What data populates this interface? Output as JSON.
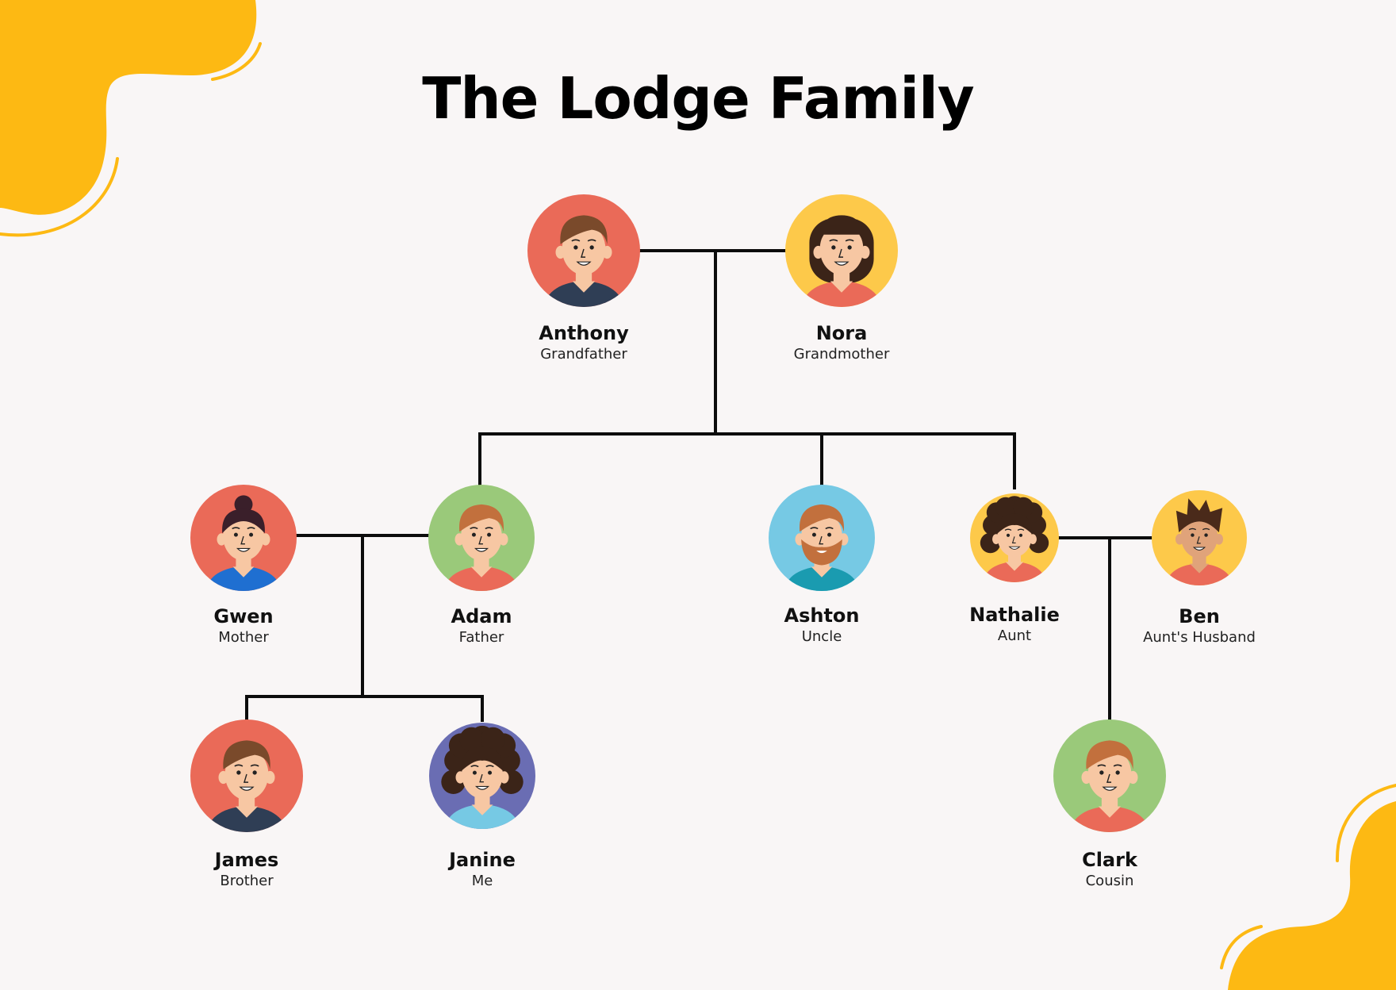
{
  "title": "The Lodge Family",
  "colors": {
    "accent_blob": "#fdb913",
    "line": "#0c0c0c",
    "red": "#ea6a58",
    "yellow": "#fdc94a",
    "green": "#9ac97a",
    "blue": "#76c9e4",
    "purple": "#6a6db3"
  },
  "members": [
    {
      "id": "anthony",
      "name": "Anthony",
      "role": "Grandfather",
      "avatar_bg": "#ea6a58",
      "icon": "man-avatar-icon"
    },
    {
      "id": "nora",
      "name": "Nora",
      "role": "Grandmother",
      "avatar_bg": "#fdc94a",
      "icon": "woman-avatar-icon"
    },
    {
      "id": "gwen",
      "name": "Gwen",
      "role": "Mother",
      "avatar_bg": "#ea6a58",
      "icon": "woman-avatar-icon"
    },
    {
      "id": "adam",
      "name": "Adam",
      "role": "Father",
      "avatar_bg": "#9ac97a",
      "icon": "man-avatar-icon"
    },
    {
      "id": "ashton",
      "name": "Ashton",
      "role": "Uncle",
      "avatar_bg": "#76c9e4",
      "icon": "bearded-man-avatar-icon"
    },
    {
      "id": "nathalie",
      "name": "Nathalie",
      "role": "Aunt",
      "avatar_bg": "#fdc94a",
      "icon": "woman-avatar-icon"
    },
    {
      "id": "ben",
      "name": "Ben",
      "role": "Aunt's Husband",
      "avatar_bg": "#fdc94a",
      "icon": "man-avatar-icon"
    },
    {
      "id": "james",
      "name": "James",
      "role": "Brother",
      "avatar_bg": "#ea6a58",
      "icon": "man-avatar-icon"
    },
    {
      "id": "janine",
      "name": "Janine",
      "role": "Me",
      "avatar_bg": "#6a6db3",
      "icon": "woman-avatar-icon"
    },
    {
      "id": "clark",
      "name": "Clark",
      "role": "Cousin",
      "avatar_bg": "#9ac97a",
      "icon": "man-avatar-icon"
    }
  ]
}
